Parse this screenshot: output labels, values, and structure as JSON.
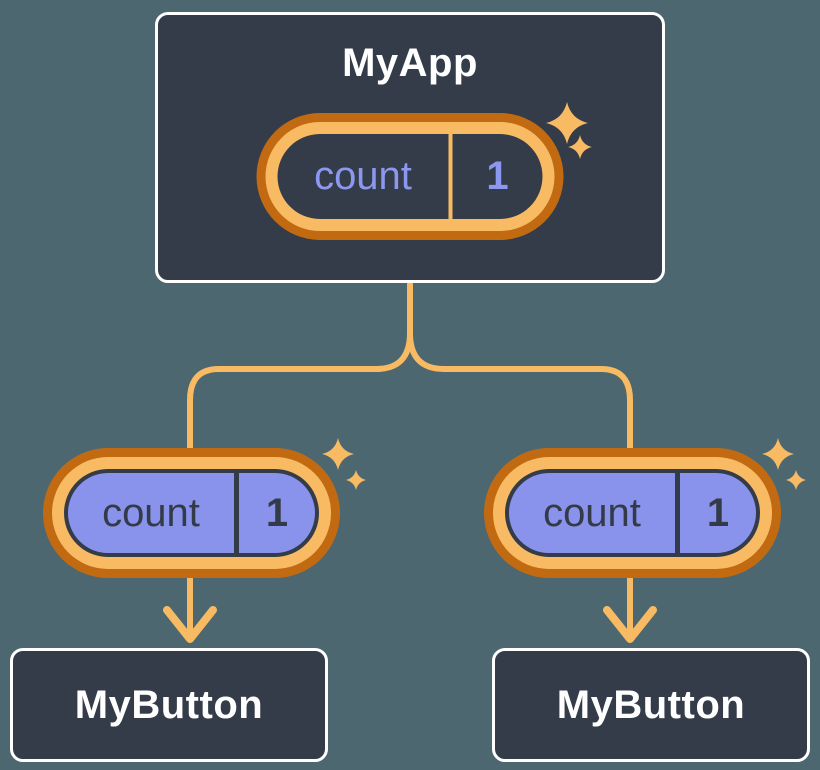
{
  "nodes": {
    "root": {
      "label": "MyApp",
      "state": {
        "name": "count",
        "value": "1"
      }
    },
    "child_left": {
      "label": "MyButton"
    },
    "child_right": {
      "label": "MyButton"
    },
    "state_left": {
      "name": "count",
      "value": "1"
    },
    "state_right": {
      "name": "count",
      "value": "1"
    }
  },
  "icons": {
    "sparkle": "sparkle-icon",
    "arrow": "arrow-down-icon"
  },
  "colors": {
    "background": "#4D6770",
    "node_fill": "#343C49",
    "node_border": "#FFFFFF",
    "pill_border_outer": "#C26A12",
    "pill_border_inner": "#F8BB63",
    "pill_fill_root": "#343C49",
    "pill_fill_child": "#8A93EC",
    "state_text_root": "#8C98F0",
    "state_text_child": "#333B48",
    "connector": "#F8BB63",
    "sparkle": "#F8BB63",
    "title_text": "#FFFFFF"
  }
}
